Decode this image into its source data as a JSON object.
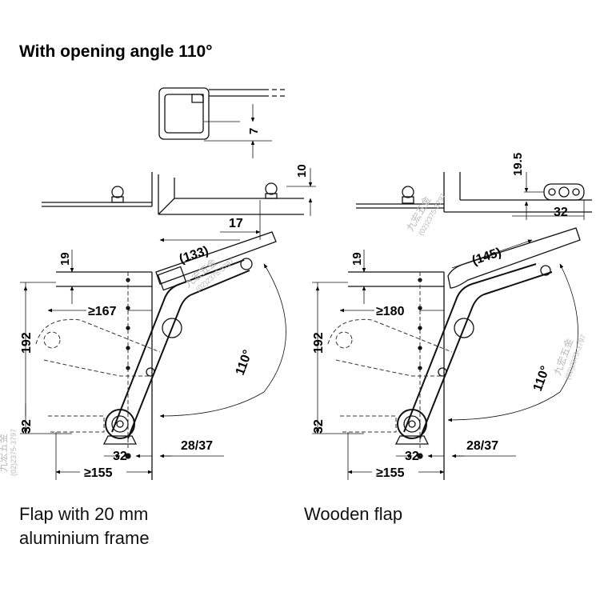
{
  "title": "With opening angle 110°",
  "captions": {
    "left_line1": "Flap with 20 mm",
    "left_line2": "aluminium frame",
    "right": "Wooden flap"
  },
  "dimensions": {
    "profile_gap": "7",
    "top_offset": "10",
    "flap_offset": "17",
    "right_height": "19.5",
    "right_width": "32",
    "left_arm_length": "(133)",
    "right_arm_length": "(145)",
    "left_top": "19",
    "right_top": "19",
    "left_min_depth": "≥167",
    "right_min_depth": "≥180",
    "left_height": "192",
    "right_height_main": "192",
    "left_bottom_32": "32",
    "right_bottom_32": "32",
    "left_base_32": "32",
    "right_base_32": "32",
    "left_min_width": "≥155",
    "right_min_width": "≥155",
    "left_side": "28/37",
    "right_side": "28/37",
    "left_angle": "110°",
    "right_angle": "110°"
  },
  "watermark": {
    "chars": "九宏五金",
    "phone": "(02)2375-3797"
  },
  "colors": {
    "line": "#111111",
    "dashed": "#333333",
    "watermark": "#b8b8b8"
  }
}
